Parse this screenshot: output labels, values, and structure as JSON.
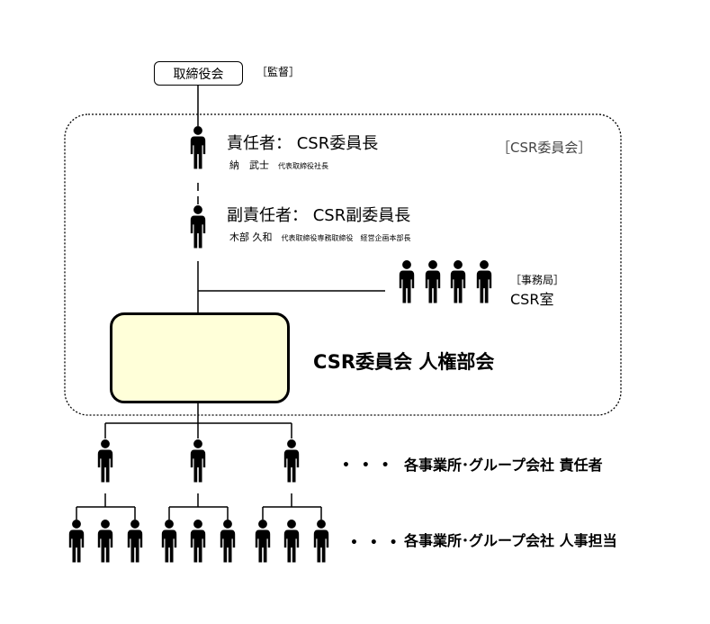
{
  "board": {
    "label": "取締役会",
    "note": "［監督］"
  },
  "committee_frame_label": "［CSR委員会］",
  "chair": {
    "title": "責任者： CSR委員長",
    "name": "納　武士",
    "position": "代表取締役社長"
  },
  "vice_chair": {
    "title": "副責任者： CSR副委員長",
    "name": "木部 久和",
    "position": "代表取締役専務取締役　経営企画本部長"
  },
  "secretariat": {
    "bracket": "［事務局］",
    "name": "CSR室"
  },
  "subcommittee": {
    "label": "CSR委員会 人権部会",
    "fill": "#ffffd9"
  },
  "tier1": {
    "dots": "• • •",
    "label": "各事業所･グループ会社 責任者"
  },
  "tier2": {
    "dots": "• • •",
    "label": "各事業所･グループ会社 人事担当"
  },
  "icon": "person-icon"
}
